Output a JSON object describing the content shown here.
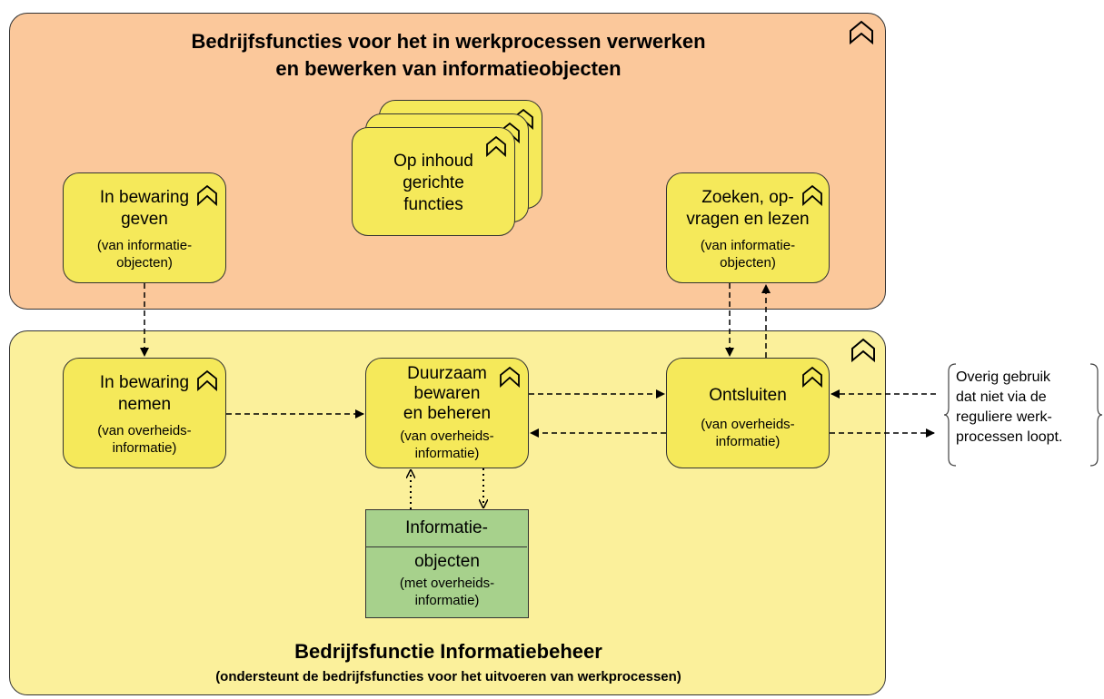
{
  "top_group": {
    "title_line1": "Bedrijfsfuncties voor het in werkprocessen verwerken",
    "title_line2": "en bewerken van informatieobjecten"
  },
  "bottom_group": {
    "title": "Bedrijfsfunctie Informatiebeheer",
    "subtitle": "(ondersteunt de bedrijfsfuncties voor het uitvoeren van werkprocessen)"
  },
  "functions": {
    "in_bewaring_geven": {
      "line1": "In bewaring",
      "line2": "geven",
      "sub1": "(van informatie-",
      "sub2": "objecten)"
    },
    "op_inhoud": {
      "line1": "Op inhoud",
      "line2": "gerichte",
      "line3": "functies"
    },
    "zoeken": {
      "line1": "Zoeken, op-",
      "line2": "vragen en lezen",
      "sub1": "(van informatie-",
      "sub2": "objecten)"
    },
    "in_bewaring_nemen": {
      "line1": "In bewaring",
      "line2": "nemen",
      "sub1": "(van overheids-",
      "sub2": "informatie)"
    },
    "duurzaam": {
      "line1": "Duurzaam",
      "line2": "bewaren",
      "line3": "en beheren",
      "sub1": "(van overheids-",
      "sub2": "informatie)"
    },
    "ontsluiten": {
      "line1": "Ontsluiten",
      "sub1": "(van overheids-",
      "sub2": "informatie)"
    }
  },
  "data_object": {
    "header": "Informatie-",
    "body1": "objecten",
    "sub1": "(met overheids-",
    "sub2": "informatie)"
  },
  "note": {
    "line1": "Overig gebruik",
    "line2": "dat niet via de",
    "line3": "reguliere werk-",
    "line4": "processen loopt."
  },
  "colors": {
    "top_group": "#fbc89b",
    "bottom_group": "#fbf09b",
    "function": "#f5e95a",
    "data_object": "#a7d18c"
  },
  "icon_names": [
    "business-function-icon"
  ]
}
